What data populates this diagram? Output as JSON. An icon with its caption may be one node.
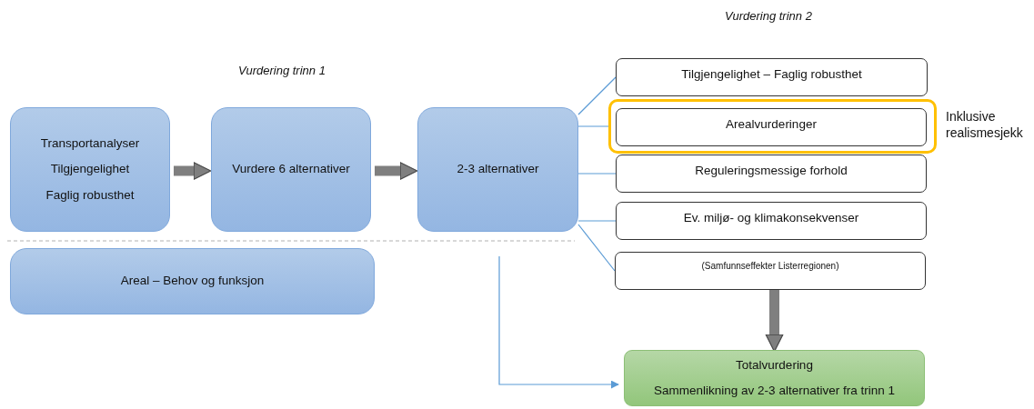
{
  "diagram": {
    "nodes": [
      {
        "text": [
          "Transportanalyser",
          "Tilgjengelighet",
          "Faglig robusthet"
        ]
      },
      {
        "text": [
          "Vurdere 6 alternativer"
        ]
      },
      {
        "text": [
          "2-3 alternativer"
        ]
      },
      {
        "text": [
          "Areal – Behov og funksjon"
        ]
      },
      {
        "text": [
          "Tilgjengelighet – Faglig robusthet"
        ]
      },
      {
        "text": [],
        "shape": "box",
        "beside": [
          "Inklusive realismesjekk"
        ]
      },
      {
        "text": [
          "Arealvurderinger"
        ],
        "in": 5
      },
      {
        "text": [
          "Reguleringsmessige forhold"
        ]
      },
      {
        "text": [
          "Ev. miljø- og klimakonsekvenser"
        ]
      },
      {
        "text": [
          "(Samfunnseffekter Listerregionen)"
        ]
      },
      {
        "text": [
          "Totalvurdering",
          "Sammenlikning av 2-3 alternativer fra trinn 1"
        ]
      }
    ],
    "edges": [
      {
        "from": 0,
        "to": 1,
        "arrow": "to",
        "style": "thick",
        "color": "#7f7f7f"
      },
      {
        "from": 1,
        "to": 2,
        "arrow": "to",
        "style": "thick",
        "color": "#7f7f7f"
      },
      {
        "from": 2,
        "to": 4,
        "arrow": "none"
      },
      {
        "from": 2,
        "to": 5,
        "arrow": "none"
      },
      {
        "from": 2,
        "to": 7,
        "arrow": "none"
      },
      {
        "from": 2,
        "to": 8,
        "arrow": "none"
      },
      {
        "from": 2,
        "to": 9,
        "arrow": "none"
      },
      {
        "from": 9,
        "to": 10,
        "arrow": "to",
        "style": "thick",
        "color": "#7f7f7f"
      },
      {
        "from": null,
        "to": 10,
        "arrow": "to"
      }
    ],
    "labels": [
      "Vurdering trinn 2",
      "Vurdering trinn 1"
    ]
  }
}
